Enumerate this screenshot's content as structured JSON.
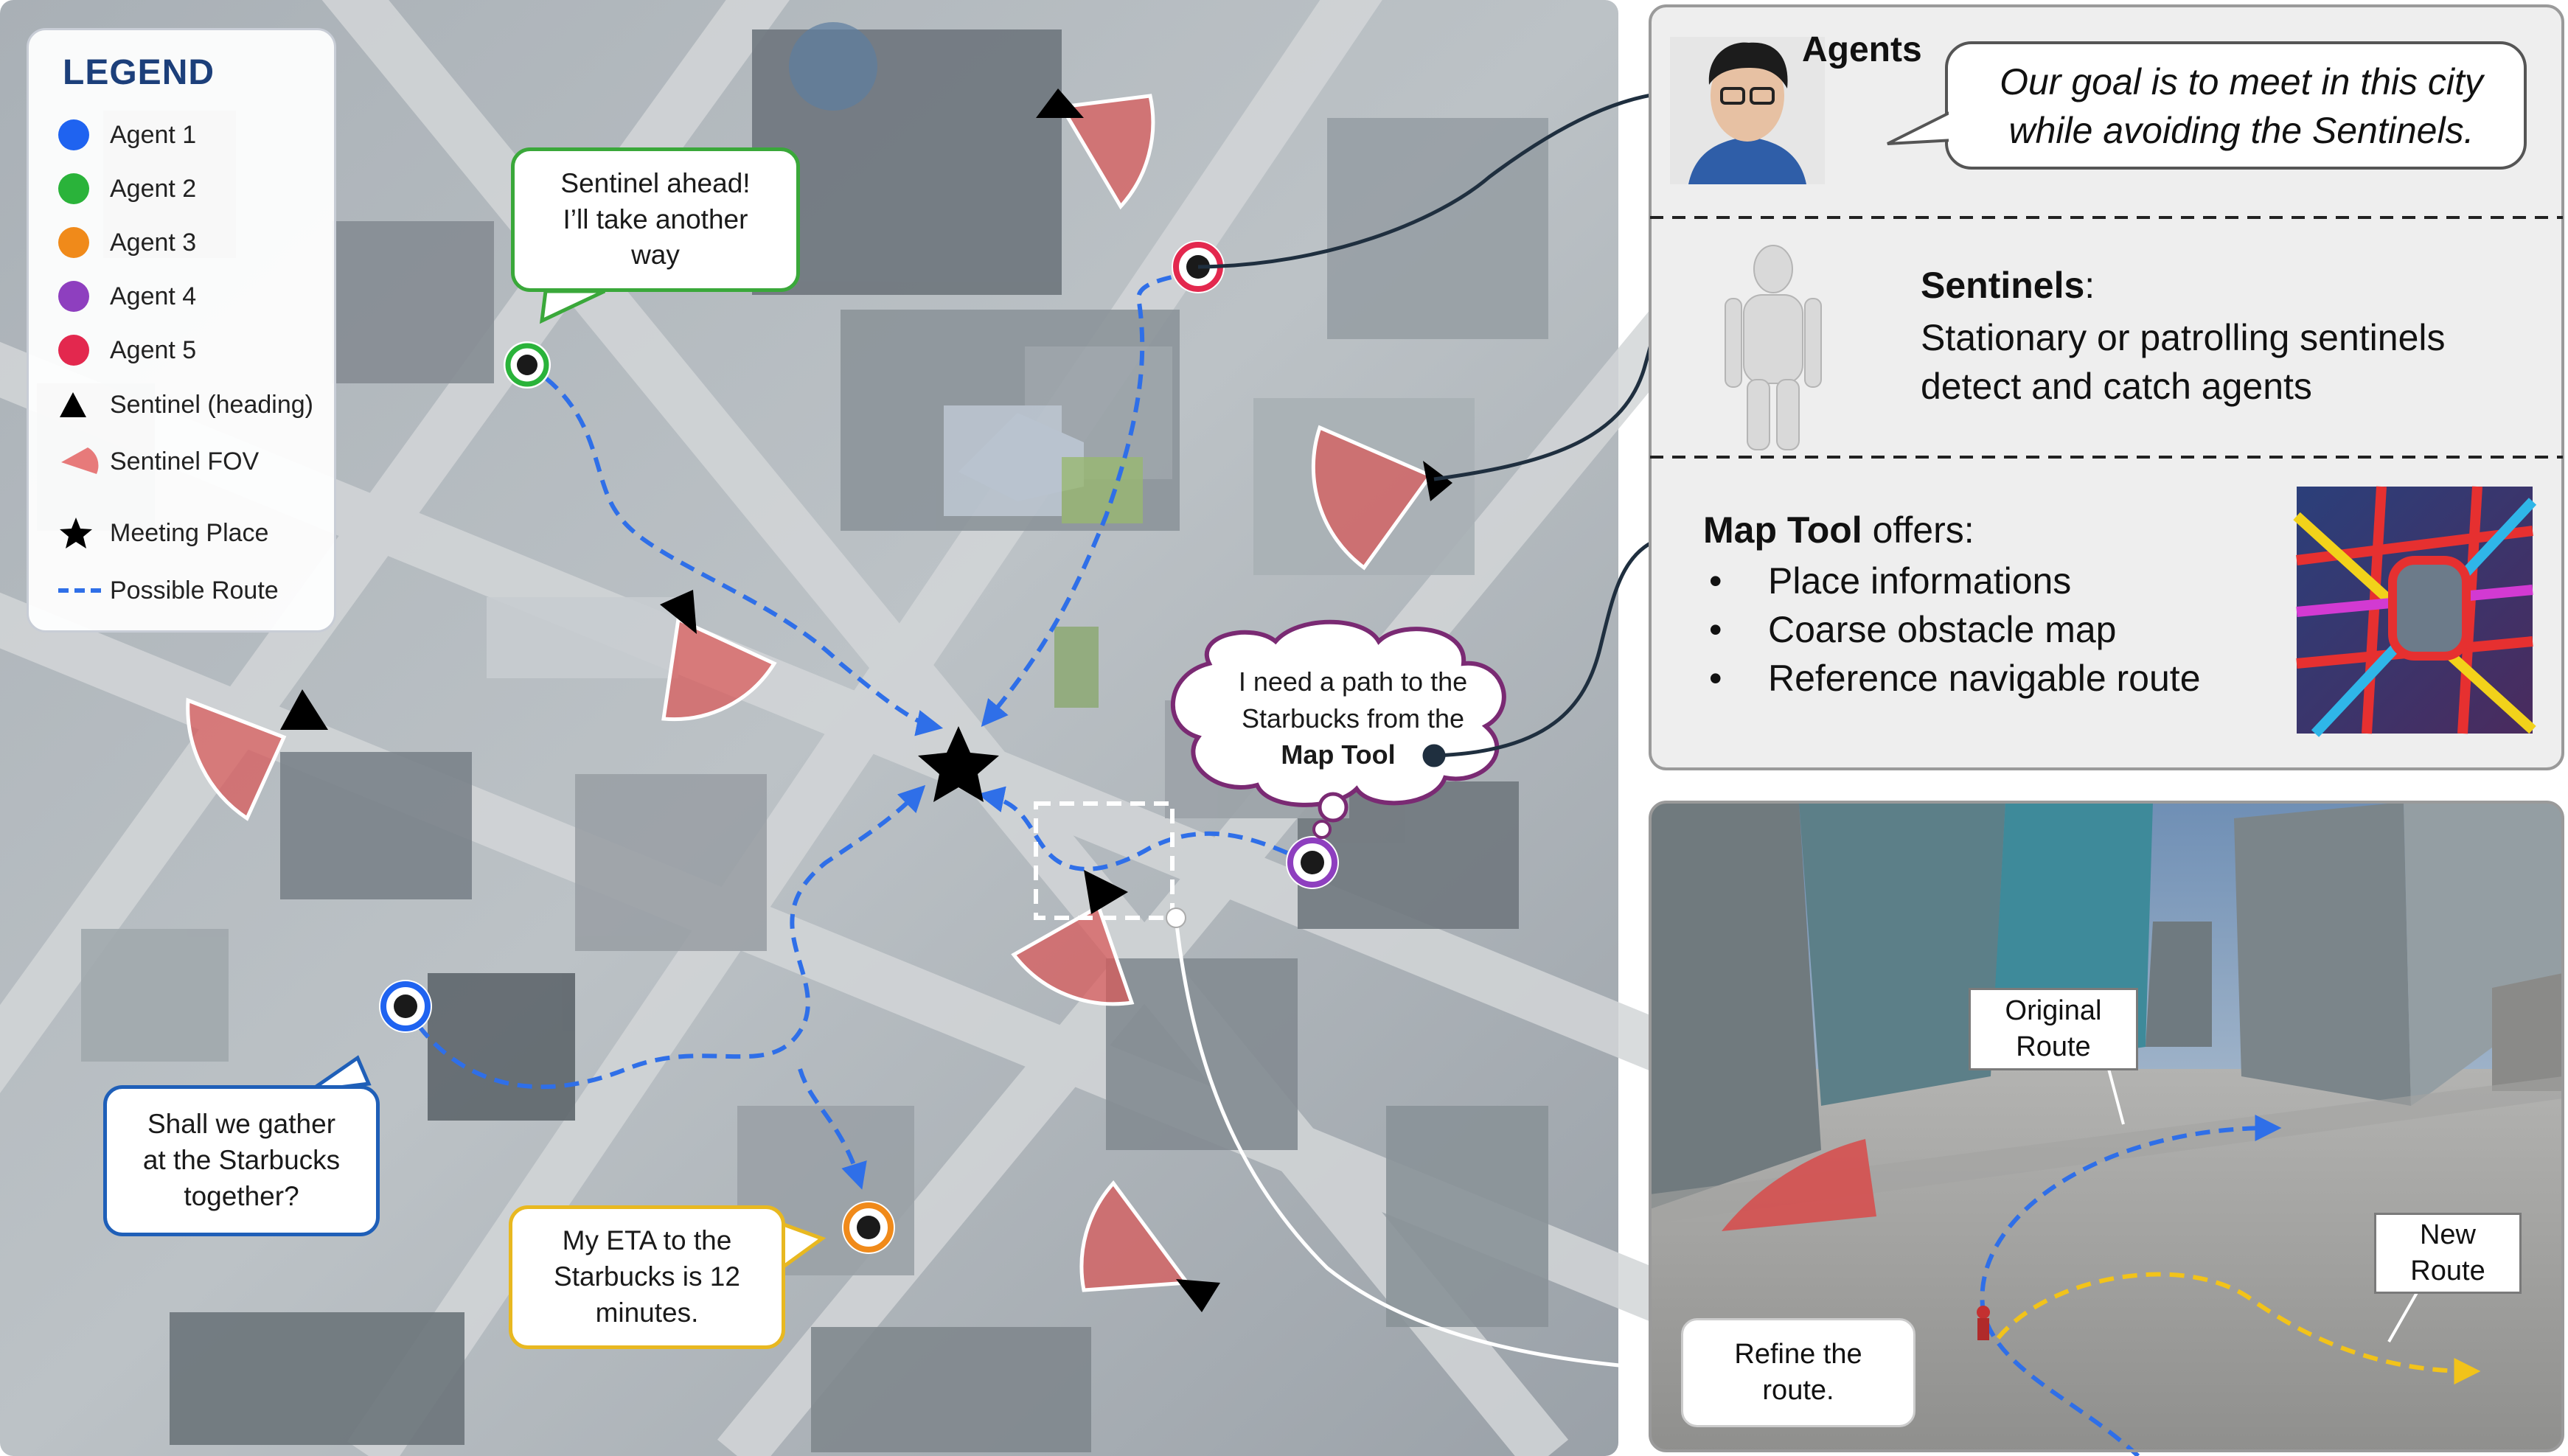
{
  "legend": {
    "title": "LEGEND",
    "items": [
      {
        "label": "Agent 1",
        "color": "#1f63f0"
      },
      {
        "label": "Agent 2",
        "color": "#2ab33a"
      },
      {
        "label": "Agent 3",
        "color": "#f08a1a"
      },
      {
        "label": "Agent 4",
        "color": "#8e3fbf"
      },
      {
        "label": "Agent 5",
        "color": "#e3284e"
      },
      {
        "label": "Sentinel (heading)"
      },
      {
        "label": "Sentinel FOV",
        "color": "#e77a7a"
      },
      {
        "label": "Meeting Place"
      },
      {
        "label": "Possible Route",
        "color": "#2f6fe8"
      }
    ]
  },
  "bubbles": {
    "agent2": "Sentinel ahead!\nI’ll take another\nway",
    "agent1": "Shall we gather\nat the Starbucks\ntogether?",
    "agent3": "My ETA to the\nStarbucks is 12\nminutes.",
    "agent4_thought_line1": "I need a path to the",
    "agent4_thought_line2": "Starbucks from the",
    "agent4_thought_bold": "Map Tool"
  },
  "panels": {
    "agents_title": "Agents",
    "agents_quote": "Our goal is to meet in this city\nwhile avoiding the Sentinels.",
    "sentinels_title": "Sentinels",
    "sentinels_colon": ":",
    "sentinels_desc": "Stationary or patrolling sentinels\ndetect and catch agents",
    "maptool_title": "Map Tool",
    "maptool_suffix": " offers:",
    "maptool_items": [
      "Place informations",
      "Coarse obstacle map",
      "Reference navigable route"
    ]
  },
  "street_view": {
    "original_route": "Original\nRoute",
    "new_route": "New\nRoute",
    "refine": "Refine the\nroute."
  },
  "colors": {
    "route_blue": "#2f6fe8",
    "route_yellow": "#f2c31a",
    "fov_red": "#d95858",
    "agent_green": "#2ab33a",
    "agent_blue": "#1f63f0",
    "agent_orange": "#f08a1a",
    "agent_purple": "#8e3fbf",
    "agent_red": "#e3284e",
    "bubble_green": "#3aa83a",
    "bubble_blue": "#1f5fb8",
    "bubble_yellow": "#e8b820",
    "bubble_purple": "#7a2a73"
  }
}
